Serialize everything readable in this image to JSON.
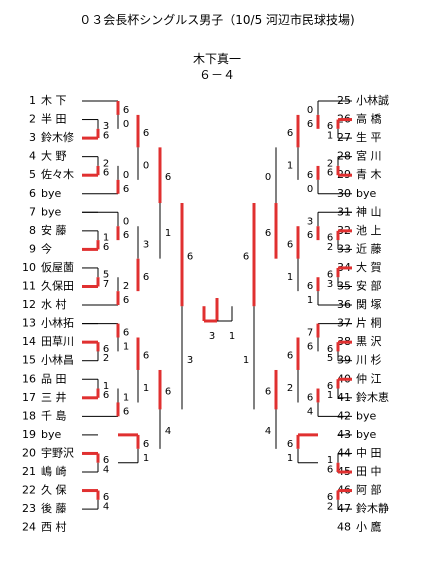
{
  "title": "０３会長杯シングルス男子（10/5 河辺市民球技場)",
  "champion": "木下真一",
  "final_score": "６－４",
  "colors": {
    "winner_line": "#e03030",
    "line": "#000000"
  },
  "left_players": [
    {
      "num": "1",
      "name": "木 下"
    },
    {
      "num": "2",
      "name": "半 田"
    },
    {
      "num": "3",
      "name": "鈴木修"
    },
    {
      "num": "4",
      "name": "大 野"
    },
    {
      "num": "5",
      "name": "佐々木"
    },
    {
      "num": "6",
      "name": "bye"
    },
    {
      "num": "7",
      "name": "bye"
    },
    {
      "num": "8",
      "name": "安 藤"
    },
    {
      "num": "9",
      "name": "今"
    },
    {
      "num": "10",
      "name": "仮屋薗"
    },
    {
      "num": "11",
      "name": "久保田"
    },
    {
      "num": "12",
      "name": "水 村"
    },
    {
      "num": "13",
      "name": "小林拓"
    },
    {
      "num": "14",
      "name": "田草川"
    },
    {
      "num": "15",
      "name": "小林昌"
    },
    {
      "num": "16",
      "name": "品 田"
    },
    {
      "num": "17",
      "name": "三 井"
    },
    {
      "num": "18",
      "name": "千 島"
    },
    {
      "num": "19",
      "name": "bye"
    },
    {
      "num": "20",
      "name": "宇野沢"
    },
    {
      "num": "21",
      "name": "嶋 崎"
    },
    {
      "num": "22",
      "name": "久 保"
    },
    {
      "num": "23",
      "name": "後 藤"
    },
    {
      "num": "24",
      "name": "西 村"
    }
  ],
  "right_players": [
    {
      "num": "25",
      "name": "小林誠"
    },
    {
      "num": "26",
      "name": "高 橋"
    },
    {
      "num": "27",
      "name": "生 平"
    },
    {
      "num": "28",
      "name": "宮 川"
    },
    {
      "num": "29",
      "name": "青 木"
    },
    {
      "num": "30",
      "name": "bye"
    },
    {
      "num": "31",
      "name": "神 山"
    },
    {
      "num": "32",
      "name": "池 上"
    },
    {
      "num": "33",
      "name": "近 藤"
    },
    {
      "num": "34",
      "name": "大 賀"
    },
    {
      "num": "35",
      "name": "安 部"
    },
    {
      "num": "36",
      "name": "関 塚"
    },
    {
      "num": "37",
      "name": "片 桐"
    },
    {
      "num": "38",
      "name": "黒 沢"
    },
    {
      "num": "39",
      "name": "川 杉"
    },
    {
      "num": "40",
      "name": "仲 江"
    },
    {
      "num": "41",
      "name": "鈴木恵"
    },
    {
      "num": "42",
      "name": "bye"
    },
    {
      "num": "43",
      "name": "bye"
    },
    {
      "num": "44",
      "name": "中 田"
    },
    {
      "num": "45",
      "name": "田 中"
    },
    {
      "num": "46",
      "name": "阿 部"
    },
    {
      "num": "47",
      "name": "鈴木静"
    },
    {
      "num": "48",
      "name": "小 鷹"
    }
  ],
  "left_scores": {
    "r1": [
      [
        "3",
        "6"
      ],
      [
        "2",
        "6"
      ],
      [
        "1",
        "6"
      ],
      [
        "5",
        "7"
      ],
      [
        "6",
        "2"
      ],
      [
        "1",
        "6"
      ],
      [
        "6",
        "4"
      ],
      [
        "6",
        "4"
      ]
    ],
    "r2": [
      [
        "6",
        "0"
      ],
      [
        "0",
        "6"
      ],
      [
        "0",
        "6"
      ],
      [
        "2",
        "6"
      ],
      [
        "6",
        "1"
      ],
      [
        "1",
        "6"
      ]
    ],
    "r3": [
      [
        "6",
        "0"
      ],
      [
        "3",
        "6"
      ],
      [
        "6",
        "1"
      ]
    ],
    "r4": [
      [
        "6",
        "1"
      ],
      [
        "6",
        "4"
      ]
    ],
    "r5": [
      [
        "6",
        "3"
      ]
    ]
  },
  "right_scores": {
    "r1": [
      [
        "6",
        "1"
      ],
      [
        "2",
        "6"
      ],
      [
        "6",
        "2"
      ],
      [
        "6",
        "3"
      ],
      [
        "6",
        "5"
      ],
      [
        "6",
        "1"
      ],
      [
        "1",
        "6"
      ],
      [
        "6",
        "2"
      ]
    ],
    "r2": [
      [
        "0",
        "6"
      ],
      [
        "6",
        "0"
      ],
      [
        "3",
        "6"
      ],
      [
        "6",
        "1"
      ],
      [
        "7",
        "6"
      ],
      [
        "6",
        "4"
      ]
    ],
    "r3": [
      [
        "6",
        "1"
      ],
      [
        "6",
        "1"
      ],
      [
        "6",
        "2"
      ]
    ],
    "r4": [
      [
        "0",
        "6"
      ],
      [
        "6",
        "4"
      ]
    ],
    "r5": [
      [
        "6",
        "1"
      ]
    ]
  }
}
